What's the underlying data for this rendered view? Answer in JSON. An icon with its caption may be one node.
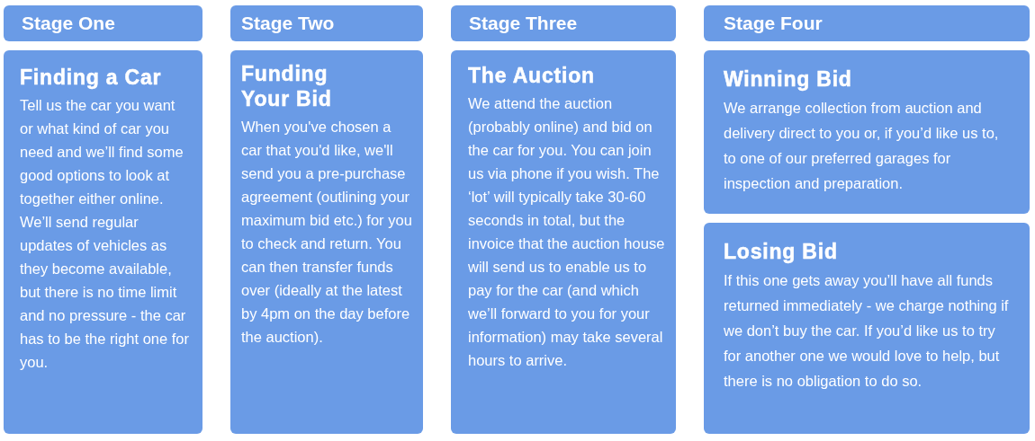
{
  "diagram": {
    "nodes": [
      {
        "text": [
          "Stage One"
        ]
      },
      {
        "text": [
          "Finding a Car",
          "Tell us the car you want or what kind of car you need and we’ll find some good options to look at together either online. We’ll send regular updates of vehicles as they become available, but there is no time limit and no pressure - the car has to be the right one for you."
        ]
      },
      {
        "text": [
          "Stage Two"
        ]
      },
      {
        "text": [
          "Funding Your Bid",
          "When you've chosen a car that you'd like, we'll send you a pre-purchase agreement (outlining your maximum bid etc.) for you to check and return. You can then transfer funds over (ideally at the latest by 4pm on the day before the auction)."
        ]
      },
      {
        "text": [
          "Stage Three"
        ]
      },
      {
        "text": [
          "The Auction",
          "We attend the auction (probably online) and bid on the car for you. You can join us via phone if you wish. The ‘lot’ will typically take 30-60 seconds in total, but the invoice that the auction house will send us to enable us to pay for the car (and which we’ll forward to you for your information) may take several hours to arrive."
        ]
      },
      {
        "text": [
          "Stage Four"
        ]
      },
      {
        "text": [
          "Winning Bid",
          "We arrange collection from auction and delivery direct to you or, if you’d like us to, to one of our preferred garages for inspection and preparation."
        ]
      },
      {
        "text": [
          "Losing Bid",
          "If this one gets away you’ll have all funds returned immediately - we charge nothing if we don’t buy the car. If you’d like us to try for another one we would love to help, but there is no obligation to do so."
        ]
      }
    ]
  }
}
